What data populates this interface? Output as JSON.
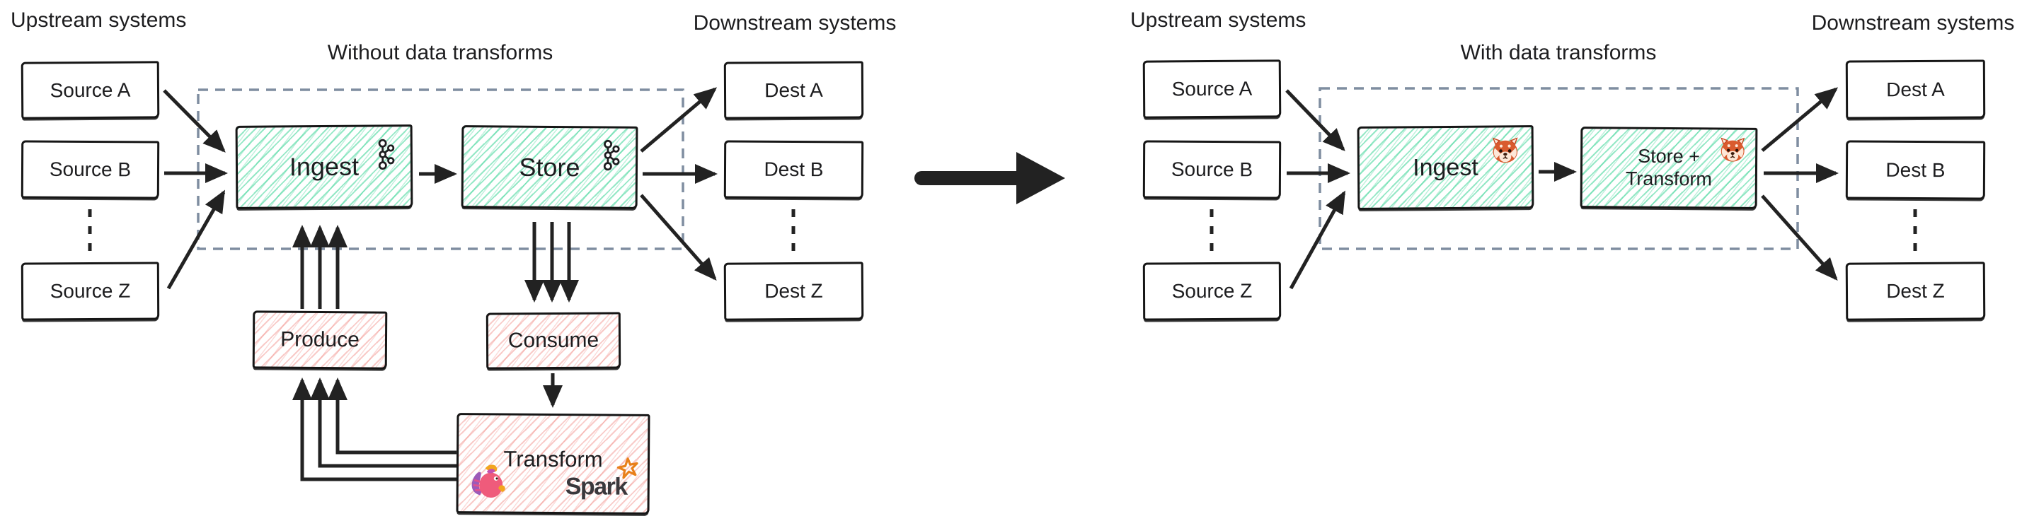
{
  "left": {
    "upstream_label": "Upstream systems",
    "title": "Without data transforms",
    "downstream_label": "Downstream systems",
    "sources": [
      "Source A",
      "Source B",
      "Source Z"
    ],
    "dests": [
      "Dest A",
      "Dest B",
      "Dest Z"
    ],
    "ingest_label": "Ingest",
    "store_label": "Store",
    "produce_label": "Produce",
    "consume_label": "Consume",
    "transform_label": "Transform",
    "spark_label": "Spark"
  },
  "right": {
    "upstream_label": "Upstream systems",
    "title": "With data transforms",
    "downstream_label": "Downstream systems",
    "sources": [
      "Source A",
      "Source B",
      "Source Z"
    ],
    "dests": [
      "Dest A",
      "Dest B",
      "Dest Z"
    ],
    "ingest_label": "Ingest",
    "store_transform_line1": "Store +",
    "store_transform_line2": "Transform"
  },
  "icons": {
    "left_pipeline_icon": "kafka-icon",
    "right_pipeline_icon": "redpanda-icon",
    "transform_box_icons": [
      "flink-icon",
      "spark-logo"
    ]
  },
  "colors": {
    "teal_hatch": "#3ed598",
    "pink_hatch": "#f0827c",
    "dashed_border": "#7f8da0",
    "arrow": "#222222",
    "spark_orange": "#e87722",
    "text": "#1d1d1f"
  }
}
